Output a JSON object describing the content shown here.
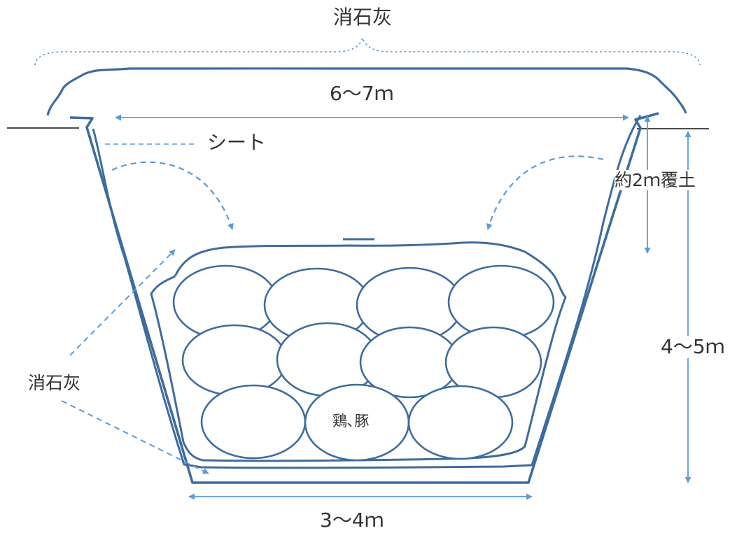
{
  "labels": {
    "top_lime": "消石灰",
    "top_width": "6〜7ｍ",
    "sheet": "シート",
    "cover_soil": "約2ｍ覆土",
    "depth": "4〜5ｍ",
    "side_lime": "消石灰",
    "contents": "鶏､豚",
    "bottom_width": "3〜4ｍ"
  },
  "colors": {
    "pit_outline": "#3e6c9e",
    "arrow": "#5b9bd5",
    "text": "#333333"
  }
}
